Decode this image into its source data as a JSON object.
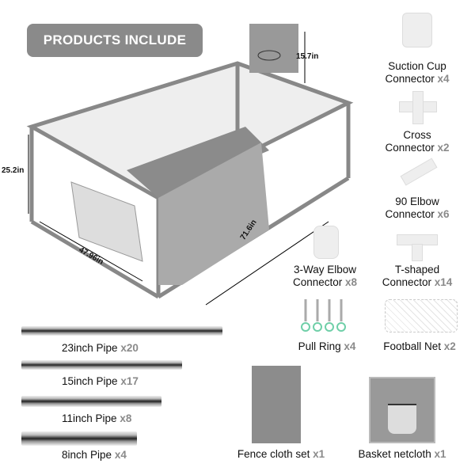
{
  "banner": "PRODUCTS INCLUDE",
  "dimensions": {
    "basket_height": "15.7in",
    "height": "25.2in",
    "width": "47.96in",
    "length": "71.6in"
  },
  "connectors": [
    {
      "name_line1": "Suction Cup",
      "name_line2": "Connector",
      "qty": "x4",
      "icon": "suction-cup-connector-icon"
    },
    {
      "name_line1": "Cross",
      "name_line2": "Connector",
      "qty": "x2",
      "icon": "cross-connector-icon"
    },
    {
      "name_line1": "90 Elbow",
      "name_line2": "Connector",
      "qty": "x6",
      "icon": "elbow-connector-icon"
    },
    {
      "name_line1": "3-Way Elbow",
      "name_line2": "Connector",
      "qty": "x8",
      "icon": "three-way-connector-icon"
    },
    {
      "name_line1": "T-shaped",
      "name_line2": "Connector",
      "qty": "x14",
      "icon": "t-connector-icon"
    }
  ],
  "accessories": [
    {
      "name": "Pull Ring",
      "qty": "x4"
    },
    {
      "name": "Football Net",
      "qty": "x2"
    },
    {
      "name": "Fence cloth set",
      "qty": "x1"
    },
    {
      "name": "Basket netcloth",
      "qty": "x1"
    }
  ],
  "pipes": [
    {
      "name": "23inch Pipe",
      "qty": "x20"
    },
    {
      "name": "15inch Pipe",
      "qty": "x17"
    },
    {
      "name": "11inch Pipe",
      "qty": "x8"
    },
    {
      "name": "8inch Pipe",
      "qty": "x4"
    }
  ]
}
